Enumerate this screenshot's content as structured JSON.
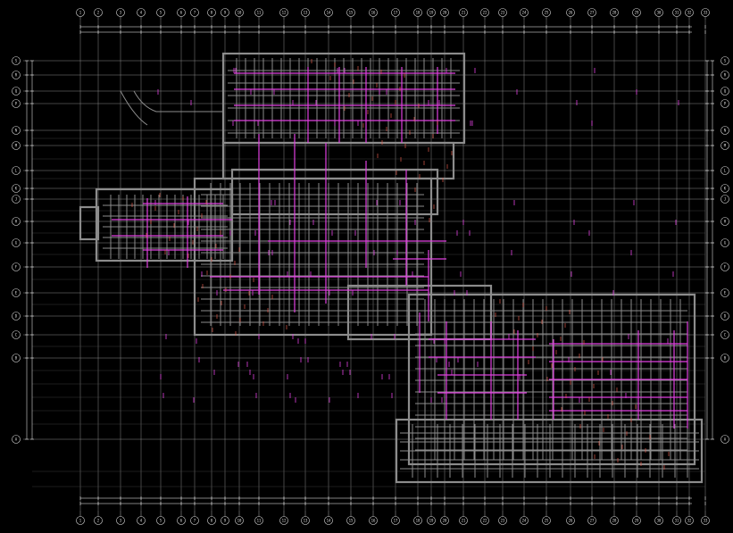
{
  "drawing": {
    "background": "#000000",
    "grid_color": "#8a8a8a",
    "wall_color": "#8c8c8c",
    "pipe_color": "#e040e0",
    "note_color": "#e05a4a",
    "bubble_color": "#dddddd",
    "dimension_color": "#ffffff"
  },
  "column_axes_top": [
    "1",
    "2",
    "3",
    "4",
    "5",
    "6",
    "7",
    "8",
    "9",
    "10",
    "11",
    "12",
    "13",
    "14",
    "15",
    "16",
    "17",
    "18",
    "19",
    "20",
    "21",
    "22",
    "23",
    "24",
    "25",
    "26",
    "27",
    "28",
    "29",
    "30",
    "31",
    "32",
    "33"
  ],
  "column_axes_bottom": [
    "1",
    "2",
    "3",
    "4",
    "5",
    "6",
    "7",
    "8",
    "9",
    "10",
    "11",
    "12",
    "13",
    "14",
    "15",
    "16",
    "17",
    "18",
    "19",
    "20",
    "21",
    "22",
    "23",
    "24",
    "25",
    "26",
    "27",
    "28",
    "29",
    "30",
    "31",
    "32",
    "33"
  ],
  "row_axes_left": [
    "S",
    "R",
    "Q",
    "P",
    "N",
    "M",
    "L",
    "K",
    "J",
    "H",
    "G",
    "F",
    "E",
    "D",
    "C",
    "B",
    "A"
  ],
  "row_axes_right": [
    "S",
    "R",
    "Q",
    "P",
    "N",
    "M",
    "L",
    "K",
    "J",
    "H",
    "G",
    "F",
    "E",
    "D",
    "C",
    "B",
    "A"
  ]
}
